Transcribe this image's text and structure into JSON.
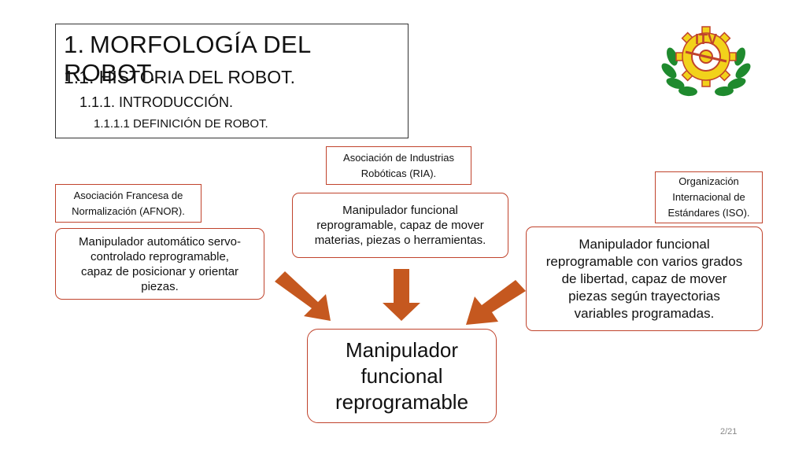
{
  "title": {
    "line1": "1. MORFOLOGÍA DEL ROBOT.",
    "line2": "1.1. HISTORIA DEL ROBOT.",
    "line3": "1.1.1. INTRODUCCIÓN.",
    "line4": "1.1.1.1 DEFINICIÓN DE ROBOT."
  },
  "logo": {
    "text": "ITV",
    "icon": "itv-gear-laurel-logo"
  },
  "sources": {
    "afnor": [
      "Asociación Francesa de",
      "Normalización (AFNOR)."
    ],
    "ria": [
      "Asociación de Industrias",
      "Robóticas (RIA)."
    ],
    "iso": [
      "Organización",
      "Internacional de",
      "Estándares (ISO)."
    ]
  },
  "definitions": {
    "afnor": [
      "Manipulador automático servo-",
      "controlado reprogramable,",
      "capaz de posicionar y orientar",
      "piezas."
    ],
    "ria": [
      "Manipulador funcional",
      "reprogramable, capaz de mover",
      "materias, piezas o herramientas."
    ],
    "iso": [
      "Manipulador funcional",
      "reprogramable con varios grados",
      "de libertad, capaz de mover",
      "piezas según trayectorias",
      "variables programadas."
    ]
  },
  "result": [
    "Manipulador",
    "funcional",
    "reprogramable"
  ],
  "page": "2/21",
  "colors": {
    "accent": "#c0432c",
    "arrow": "#c5581f"
  }
}
